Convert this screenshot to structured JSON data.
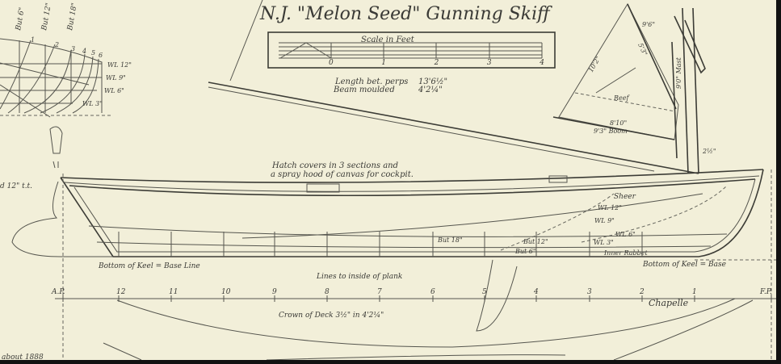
{
  "title": "N.J. \"Melon Seed\" Gunning Skiff",
  "scale": {
    "label": "Scale in Feet",
    "ticks": [
      "0",
      "1",
      "2",
      "3",
      "4"
    ]
  },
  "dimensions": [
    {
      "label": "Length bet. perps",
      "value": "13'6½\""
    },
    {
      "label": "Beam moulded",
      "value": "4'2¼\""
    }
  ],
  "body_plan": {
    "buttocks": [
      "But 6\"",
      "But 12\"",
      "But 18\""
    ],
    "sections": [
      "1",
      "2",
      "3",
      "4",
      "5",
      "6"
    ],
    "waterlines": [
      "WL 12\"",
      "WL 9\"",
      "WL 6\"",
      "WL 3\""
    ]
  },
  "sail_plan": {
    "labels": [
      "9'6\"",
      "10'2\"",
      "5'3\"",
      "Reef",
      "8'10\"",
      "9'3\" Boom",
      "9'0\" Mast",
      "2½\""
    ]
  },
  "profile": {
    "hatch_note": [
      "Hatch covers in 3 sections and",
      "a spray hood of canvas for cockpit."
    ],
    "left_note": "d 12\" t.t.",
    "labels": [
      "Sheer",
      "WL 12\"",
      "WL 9\"",
      "WL 6\"",
      "WL 3\"",
      "But 18\"",
      "But 12\"",
      "But 6\"",
      "Inner Rabbet"
    ],
    "base_left": "Bottom of Keel = Base Line",
    "base_right": "Bottom of Keel = Base",
    "lines_note": "Lines to inside of plank"
  },
  "stations": [
    "A.P.",
    "12",
    "11",
    "10",
    "9",
    "8",
    "7",
    "6",
    "5",
    "4",
    "3",
    "2",
    "1",
    "F.P."
  ],
  "deck_note": "Crown of Deck 3½\" in 4'2¼\"",
  "signature": "Chapelle",
  "date_note": "about 1888"
}
